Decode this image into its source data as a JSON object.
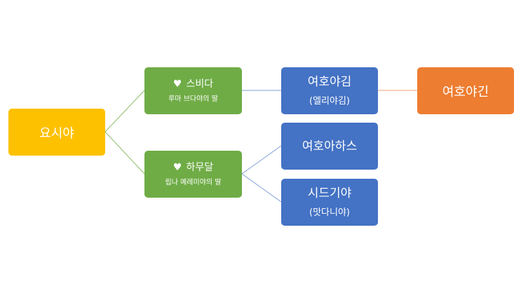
{
  "diagram": {
    "root": {
      "name": "요시야",
      "color": "#fec100"
    },
    "wives": [
      {
        "name": "스비다",
        "sub": "루마 브다야의 딸",
        "color": "#6fac46"
      },
      {
        "name": "하무달",
        "sub": "립나 예레미야의 딸",
        "color": "#6fac46"
      }
    ],
    "sons": [
      {
        "name": "여호야김",
        "sub": "(엘리야김)",
        "color": "#4472c4"
      },
      {
        "name": "여호아하스",
        "sub": "",
        "color": "#4472c4"
      },
      {
        "name": "시드기야",
        "sub": "(맛다니야)",
        "color": "#4472c4"
      }
    ],
    "grandson": {
      "name": "여호야긴",
      "color": "#ed7d31"
    },
    "heart_icon": "heart-icon",
    "link_colors": {
      "root_to_wife": "#8fbf6a",
      "wife_to_son": "#7f9fd6",
      "son_to_grandson": "#f0a070"
    }
  }
}
